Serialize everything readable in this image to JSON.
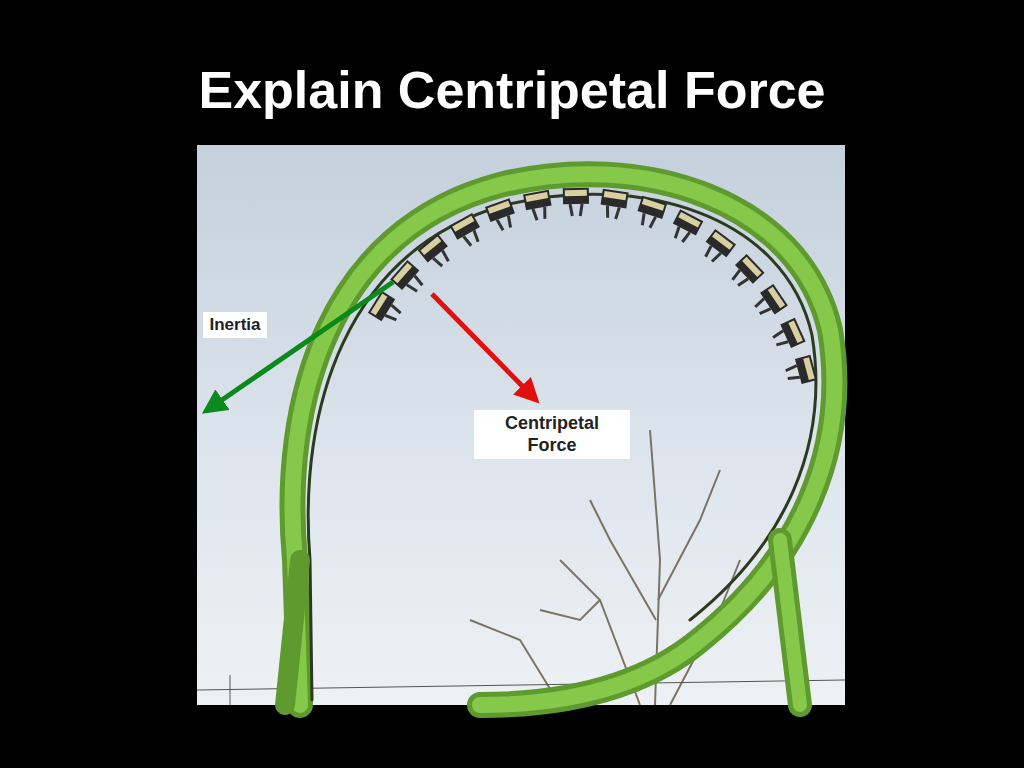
{
  "diagram": {
    "title": "Explain Centripetal Force",
    "nodes": [
      {
        "text": [
          "Inertia"
        ]
      },
      {
        "text": [
          "Centripetal Force"
        ]
      }
    ]
  }
}
